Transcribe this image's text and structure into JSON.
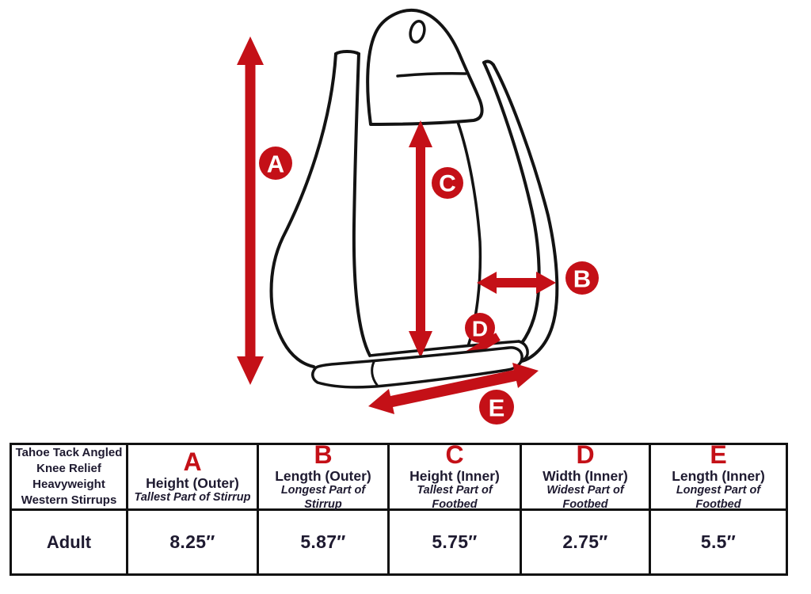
{
  "diagram": {
    "badges": [
      {
        "letter": "A"
      },
      {
        "letter": "B"
      },
      {
        "letter": "C"
      },
      {
        "letter": "D"
      },
      {
        "letter": "E"
      }
    ]
  },
  "table": {
    "product_lines": [
      "Tahoe Tack Angled",
      "Knee Relief",
      "Heavyweight",
      "Western Stirrups"
    ],
    "columns": [
      {
        "letter": "A",
        "name": "Height (Outer)",
        "desc": "Tallest Part of Stirrup"
      },
      {
        "letter": "B",
        "name": "Length (Outer)",
        "desc": "Longest Part of Stirrup"
      },
      {
        "letter": "C",
        "name": "Height (Inner)",
        "desc": "Tallest Part of Footbed"
      },
      {
        "letter": "D",
        "name": "Width (Inner)",
        "desc": "Widest Part of Footbed"
      },
      {
        "letter": "E",
        "name": "Length (Inner)",
        "desc": "Longest Part of Footbed"
      }
    ],
    "row": {
      "size": "Adult",
      "values": [
        "8.25″",
        "5.87″",
        "5.75″",
        "2.75″",
        "5.5″"
      ]
    }
  },
  "colors": {
    "accent_red": "#C41017",
    "ink": "#1E1A30",
    "line_black": "#131313"
  }
}
